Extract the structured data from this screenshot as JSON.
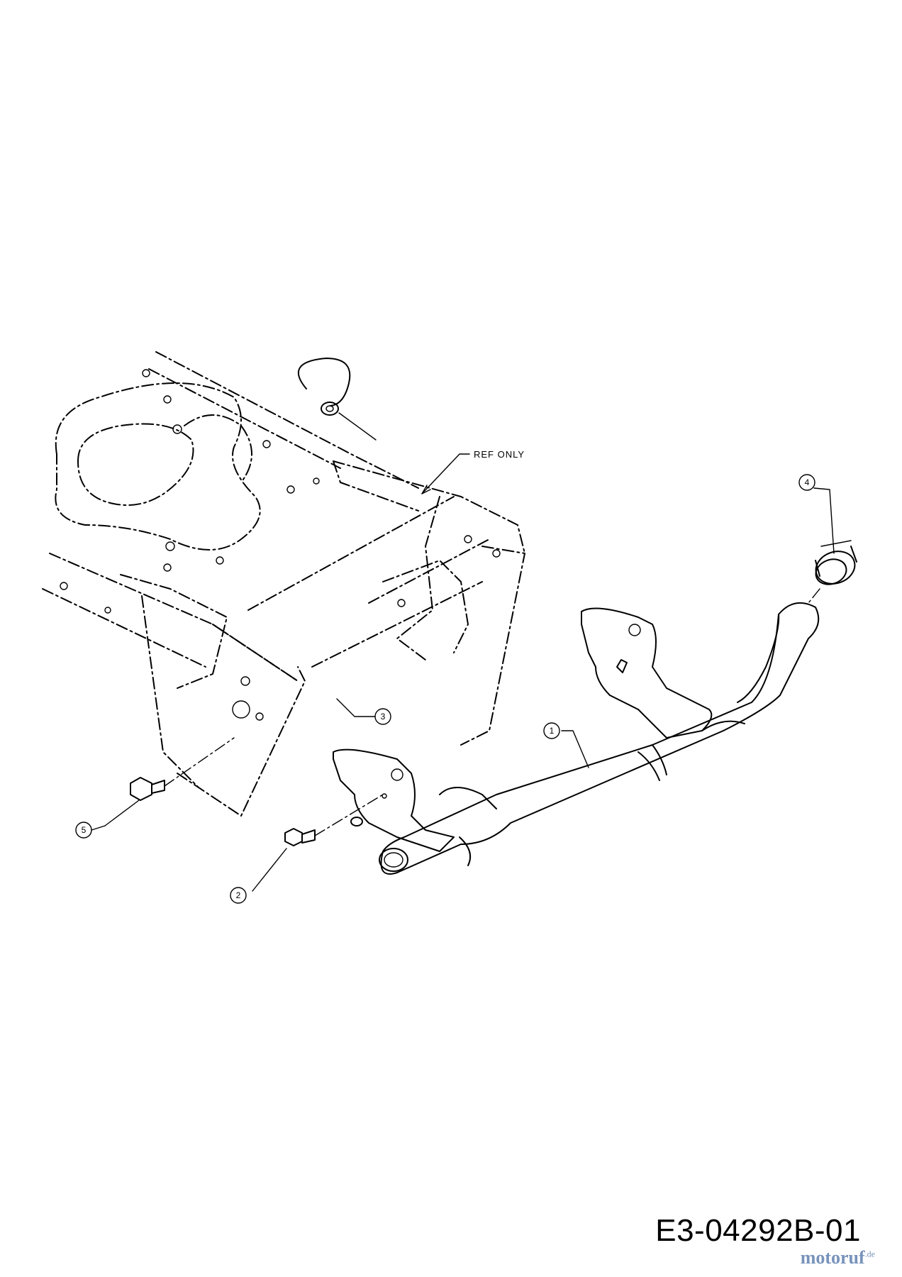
{
  "drawing": {
    "ref_label": "REF ONLY",
    "code": "E3-04292B-01",
    "watermark": "motoruf",
    "watermark_suffix": ".de"
  },
  "callouts": [
    {
      "num": "1"
    },
    {
      "num": "2"
    },
    {
      "num": "3"
    },
    {
      "num": "4"
    },
    {
      "num": "5"
    }
  ]
}
